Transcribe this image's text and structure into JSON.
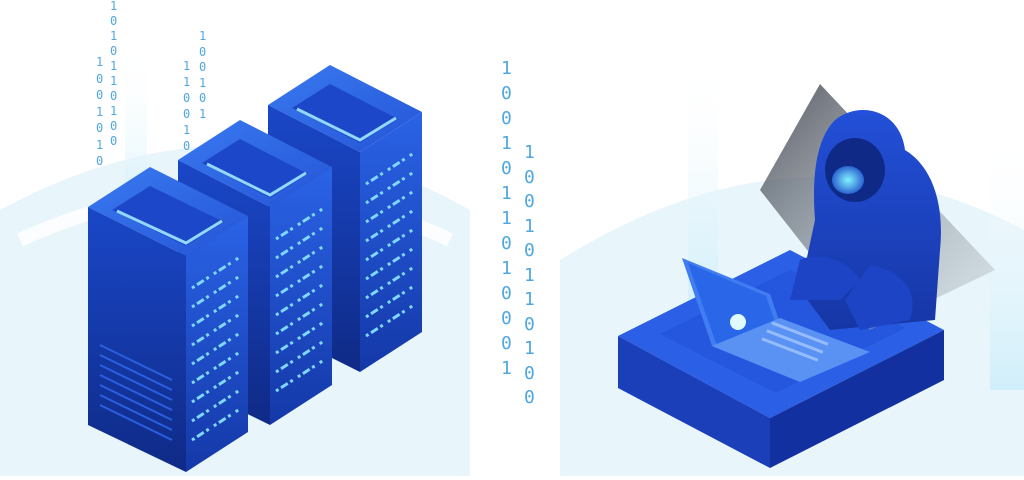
{
  "colors": {
    "accent": "#1e4fd6",
    "binary_text": "#4fa8e0",
    "glow": "#9fe8ff",
    "pale_backdrop": "#e8f5fb"
  },
  "binary_streams": {
    "a": [
      "1",
      "0",
      "0",
      "1",
      "0",
      "1",
      "0"
    ],
    "b": [
      "1",
      "0",
      "1",
      "0",
      "1",
      "1",
      "0",
      "1",
      "0",
      "0"
    ],
    "c": [
      "1",
      "1",
      "0",
      "0",
      "1",
      "0"
    ],
    "d": [
      "1",
      "0",
      "0",
      "1",
      "0",
      "1"
    ],
    "e": [
      "1",
      "0",
      "0",
      "1",
      "0",
      "1",
      "1",
      "0",
      "1",
      "0",
      "0",
      "0",
      "1"
    ],
    "f": [
      "1",
      "0",
      "0",
      "1",
      "0",
      "1",
      "1",
      "0",
      "1",
      "0",
      "0"
    ]
  }
}
